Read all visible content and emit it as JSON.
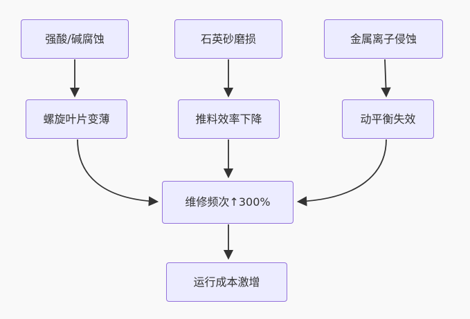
{
  "diagram": {
    "type": "flowchart",
    "background_color": "#f9f9f9",
    "node_fill_color": "#ECECFF",
    "node_border_color": "#9370DB",
    "node_text_color": "#333333",
    "arrow_color": "#333333",
    "nodes": {
      "cause1": {
        "label": "强酸/碱腐蚀"
      },
      "cause2": {
        "label": "石英砂磨损"
      },
      "cause3": {
        "label": "金属离子侵蚀"
      },
      "effect1": {
        "label": "螺旋叶片变薄"
      },
      "effect2": {
        "label": "推料效率下降"
      },
      "effect3": {
        "label": "动平衡失效"
      },
      "converge": {
        "label": "维修频次↑300%"
      },
      "final": {
        "label": "运行成本激增"
      }
    },
    "edges": [
      {
        "from": "cause1",
        "to": "effect1"
      },
      {
        "from": "cause2",
        "to": "effect2"
      },
      {
        "from": "cause3",
        "to": "effect3"
      },
      {
        "from": "effect1",
        "to": "converge"
      },
      {
        "from": "effect2",
        "to": "converge"
      },
      {
        "from": "effect3",
        "to": "converge"
      },
      {
        "from": "converge",
        "to": "final"
      }
    ]
  }
}
